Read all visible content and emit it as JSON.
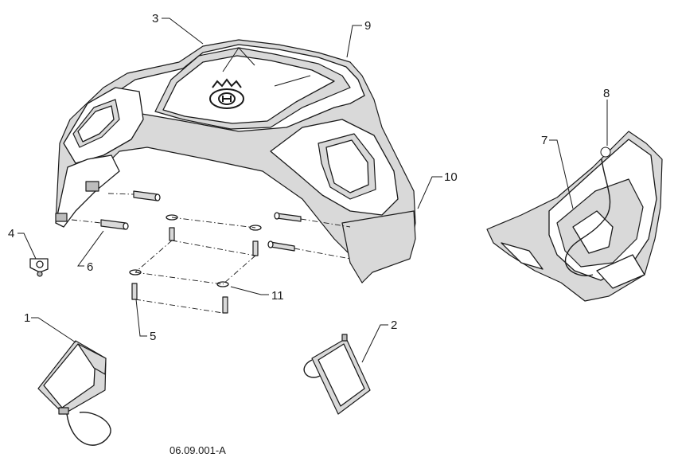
{
  "callouts": [
    {
      "id": "c1",
      "label": "1"
    },
    {
      "id": "c2",
      "label": "2"
    },
    {
      "id": "c3",
      "label": "3"
    },
    {
      "id": "c4",
      "label": "4"
    },
    {
      "id": "c5",
      "label": "5"
    },
    {
      "id": "c6",
      "label": "6"
    },
    {
      "id": "c7",
      "label": "7"
    },
    {
      "id": "c8",
      "label": "8"
    },
    {
      "id": "c9",
      "label": "9"
    },
    {
      "id": "c10",
      "label": "10"
    },
    {
      "id": "c11",
      "label": "11"
    }
  ],
  "drawing_number": "06.09.001-A",
  "logo_icon": "husqvarna-crown-logo-icon"
}
